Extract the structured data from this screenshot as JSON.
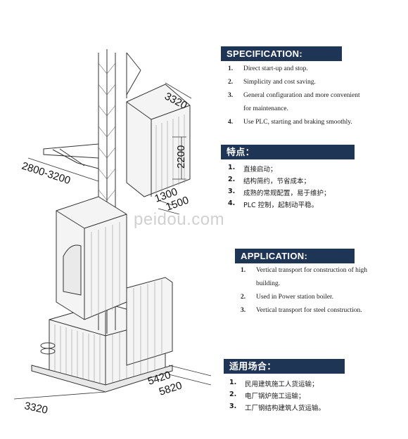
{
  "watermark": "peidou.com",
  "dimensions": {
    "d3320_top": "3320",
    "d2200": "2200",
    "d2800_3200": "2800-3200",
    "d1300": "1300",
    "d1500": "1500",
    "d5420": "5420",
    "d5820": "5820",
    "d3320_bottom": "3320"
  },
  "specification": {
    "title": "SPECIFICATION:",
    "items": [
      {
        "num": "1.",
        "text": "Direct start-up and stop."
      },
      {
        "num": "2.",
        "text": "Simplicity and cost saving."
      },
      {
        "num": "3.",
        "text": "General configuration and more convenient"
      },
      {
        "num": "",
        "text": "for maintenance."
      },
      {
        "num": "4.",
        "text": "Use PLC, starting and braking smoothly."
      }
    ]
  },
  "features_cn": {
    "title": "特点：",
    "items": [
      {
        "num": "1.",
        "text": "直接启动；"
      },
      {
        "num": "2.",
        "text": "结构简约，节省成本；"
      },
      {
        "num": "3.",
        "text": "成熟的常规配置，易于维护；"
      },
      {
        "num": "4.",
        "text": "PLC 控制，起制动平稳。"
      }
    ]
  },
  "application": {
    "title": "APPLICATION:",
    "items": [
      {
        "num": "1.",
        "text": "Vertical transport for construction of high"
      },
      {
        "num": "",
        "text": "building."
      },
      {
        "num": "2.",
        "text": "Used in Power station boiler."
      },
      {
        "num": "3.",
        "text": "Vertical transport for steel construction."
      }
    ]
  },
  "application_cn": {
    "title": "适用场合：",
    "items": [
      {
        "num": "1.",
        "text": "民用建筑施工人货运输；"
      },
      {
        "num": "2.",
        "text": "电厂锅炉施工运输；"
      },
      {
        "num": "3.",
        "text": "工厂钢结构建筑人货运输。"
      }
    ]
  },
  "colors": {
    "header_bg": "#1f3556",
    "header_text": "#ffffff",
    "line": "#333333"
  }
}
